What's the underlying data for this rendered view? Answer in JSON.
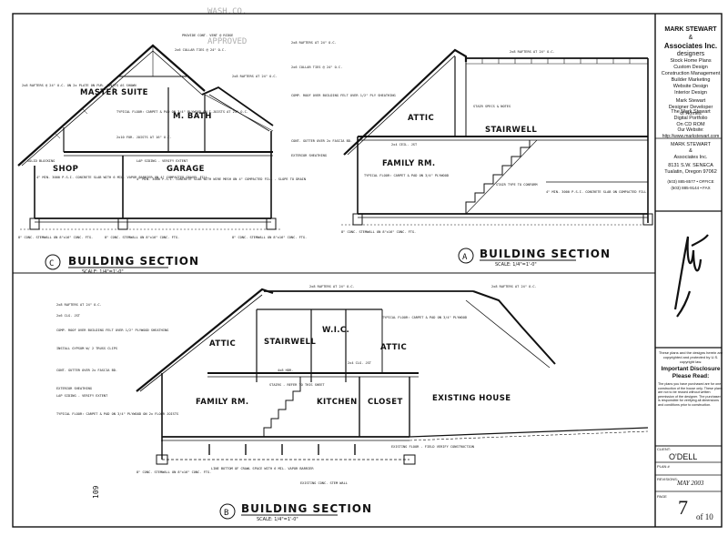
{
  "stamp": [
    "WASH.CO.",
    "APPROVED"
  ],
  "title_block": {
    "company_lines": [
      "MARK STEWART",
      "&",
      "Associates Inc.",
      "designers"
    ],
    "services": [
      "Stock Home Plans",
      "Custom Design",
      "Construction Management",
      "Builder Marketing",
      "Website Design",
      "Interior Design"
    ],
    "principal": [
      "Mark Stewart",
      "Designer Developer",
      "of Homes"
    ],
    "portfolio": [
      "The Mark Stewart",
      "Digital Portfolio",
      "On CD ROM"
    ],
    "website_label": "Our Website:",
    "website": "http://www.markstewart.com",
    "address_company": [
      "MARK STEWART",
      "&",
      "Associates Inc."
    ],
    "address": [
      "8131 S.W. SENECA",
      "Tualatin, Oregon 97062"
    ],
    "phones": [
      "(503) 885-8577 • OFFICE",
      "(503) 885-9144 • FAX"
    ],
    "disclaimer": "These plans and the designs herein are copyrighted and protected by U.S. copyright law.",
    "notice_title": [
      "Important Disclosure",
      "Please Read:"
    ],
    "notice_body": "The plans you have purchased are for one construction of the house only. These plans are not to be reused without written permission of the designer. The purchaser is responsible for verifying all dimensions and conditions prior to construction.",
    "client_label": "CLIENT:",
    "client": "O'DELL",
    "plan_label": "PLAN #",
    "revision_label": "REVISIONS:",
    "revision": "MAY 2003",
    "page_label": "PAGE",
    "page": "7",
    "page_total": "of 10"
  },
  "sections": {
    "c": {
      "marker": "C",
      "title": "BUILDING SECTION",
      "scale": "SCALE: 1/4\"=1'-0\""
    },
    "a": {
      "marker": "A",
      "title": "BUILDING SECTION",
      "scale": "SCALE: 1/4\"=1'-0\""
    },
    "b": {
      "marker": "B",
      "title": "BUILDING SECTION",
      "scale": "SCALE: 1/4\"=1'-0\""
    }
  },
  "rooms": {
    "master_suite": "MASTER SUITE",
    "m_bath": "M. BATH",
    "shop": "SHOP",
    "garage": "GARAGE",
    "attic_a": "ATTIC",
    "family_a": "FAMILY RM.",
    "stairwell_a": "STAIRWELL",
    "attic_b1": "ATTIC",
    "stairwell_b": "STAIRWELL",
    "wic": "W.I.C.",
    "attic_b2": "ATTIC",
    "family_b": "FAMILY RM.",
    "kitchen": "KITCHEN",
    "closet": "CLOSET",
    "existing_house": "EXISTING HOUSE"
  },
  "notes": {
    "ridge": "PROVIDE CONT. VENT @ RIDGE",
    "collar_c": "2x6 COLLAR TIES @ 24\" O.C.",
    "rafters_c": "2x8 RAFTERS AT 24\" O.C.",
    "plate_c": "2x8 RAFTERS @ 24\" O.C. ON 2x PLATE ON FUR. JOISTS AS SHOWN",
    "floor_c": "TYPICAL FLOOR: CARPET & PAD ON 3/4\" PLYWOOD ON I-JOISTS AT 24\" O.C.",
    "fur_c": "2x10 FUR. JOISTS AT 16\" O.C.",
    "blocking": "SOLID BLOCKING",
    "slab_c": "4\" MIN. 3000 P.S.I. CONCRETE SLAB WITH 6 MIL. VAPOR BARRIER ON 4\" COMPACTED GRAVEL FILL",
    "siding_c": "LAP SIDING - VERIFY EXTENT",
    "garage_slab": "4\" MIN. 3000 P.S.I. CONCRETE SLAB WITH WIRE MESH ON 4\" COMPACTED FILL - SLOPE TO DRAIN",
    "footing_c1": "8\" CONC. STEMWALL ON 8\"x16\" CONC. FTG.",
    "footing_c2": "8\" CONC. STEMWALL ON 8\"x16\" CONC. FTG.",
    "footing_c3": "8\" CONC. STEMWALL ON 8\"x16\" CONC. FTG.",
    "rafters_a": "2x8 RAFTERS AT 24\" O.C.",
    "collar_a": "2x6 COLLAR TIES @ 24\" O.C.",
    "roof_a": "2x8 RAFTERS AT 24\" O.C.",
    "comp_roof_a": "COMP. ROOF OVER BUILDING FELT OVER 1/2\" PLY SHEATHING",
    "spec_a": "STAIR SPECS & NOTES",
    "gutter_a": "CONT. GUTTER OVER 2x FASCIA BD.",
    "exterior_a": "EXTERIOR SHEATHING",
    "floor_a": "TYPICAL FLOOR: CARPET & PAD ON 3/4\" PLYWOOD",
    "ceiling_a": "2x4 CEIL. JST",
    "stair_a": "STAIR TYPE TO CONFORM",
    "slab_a": "4\" MIN. 3000 P.S.I. CONCRETE SLAB ON COMPACTED FILL",
    "footing_a": "8\" CONC. STEMWALL ON 8\"x16\" CONC. FTG.",
    "rafters_b": "2x8 RAFTERS AT 24\" O.C.",
    "rafters_b2": "2x8 RAFTERS AT 24\" O.C.",
    "rafters_b3": "2x8 RAFTERS AT 24\" O.C.",
    "ceil_b": "2x6 CLG. JST",
    "roof_b": "COMP. ROOF OVER BUILDING FELT OVER 1/2\" PLYWOOD SHEATHING",
    "trusses_b": "INSTALL GYPSUM W/ 2 TRUSS CLIPS",
    "floor_b": "TYPICAL FLOOR: CARPET & PAD ON 3/4\" PLYWOOD",
    "gutter_b": "CONT. GUTTER OVER 2x FASCIA BD.",
    "exterior_b": "EXTERIOR SHEATHING",
    "lap_b": "LAP SIDING - VERIFY EXTENT",
    "floor_b2": "TYPICAL FLOOR: CARPET & PAD ON 3/4\" PLYWOOD ON 2x FLOOR JOISTS",
    "header_b": "4x8 HDR.",
    "stairs_ref": "STAIRS - REFER TO THIS SHEET",
    "ceil_b2": "2x4 CLG. JST",
    "existing_floor": "EXISTING FLOOR - FIELD VERIFY CONSTRUCTION",
    "crawl_b": "LINE BOTTOM OF CRAWL SPACE WITH 6 MIL. VAPOR BARRIER",
    "stem_b": "EXISTING CONC. STEM WALL",
    "footing_b": "8\" CONC. STEMWALL ON 8\"x16\" CONC. FTG."
  },
  "handwriting": "Mark Stewart",
  "margin_note": "109"
}
